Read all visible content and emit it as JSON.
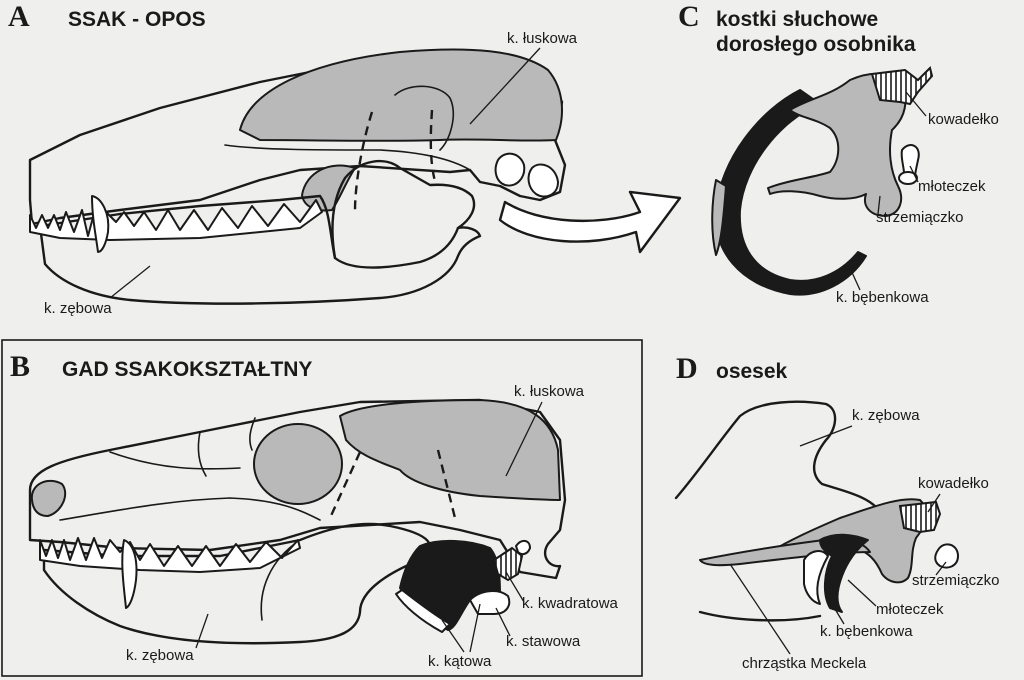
{
  "panels": {
    "a": {
      "letter": "A",
      "title": "SSAK - OPOS",
      "labels": {
        "squamosal": "k. łuskowa",
        "dentary": "k. zębowa"
      }
    },
    "b": {
      "letter": "B",
      "title": "GAD SSAKOKSZTAŁTNY",
      "labels": {
        "squamosal": "k. łuskowa",
        "quadrate": "k. kwadratowa",
        "articular": "k. stawowa",
        "angular": "k. kątowa",
        "dentary": "k. zębowa"
      }
    },
    "c": {
      "letter": "C",
      "title_line1": "kostki słuchowe",
      "title_line2": "dorosłego osobnika",
      "labels": {
        "incus": "kowadełko",
        "malleus": "młoteczek",
        "stapes": "strzemiączko",
        "tympanic": "k. bębenkowa"
      }
    },
    "d": {
      "letter": "D",
      "title": "osesek",
      "labels": {
        "dentary": "k. zębowa",
        "incus": "kowadełko",
        "stapes": "strzemiączko",
        "malleus": "młoteczek",
        "tympanic": "k. bębenkowa",
        "meckel": "chrząstka Meckela"
      }
    }
  },
  "colors": {
    "background": "#efefed",
    "bone_gray": "#b9b9b9",
    "ink": "#1a1a1a"
  }
}
